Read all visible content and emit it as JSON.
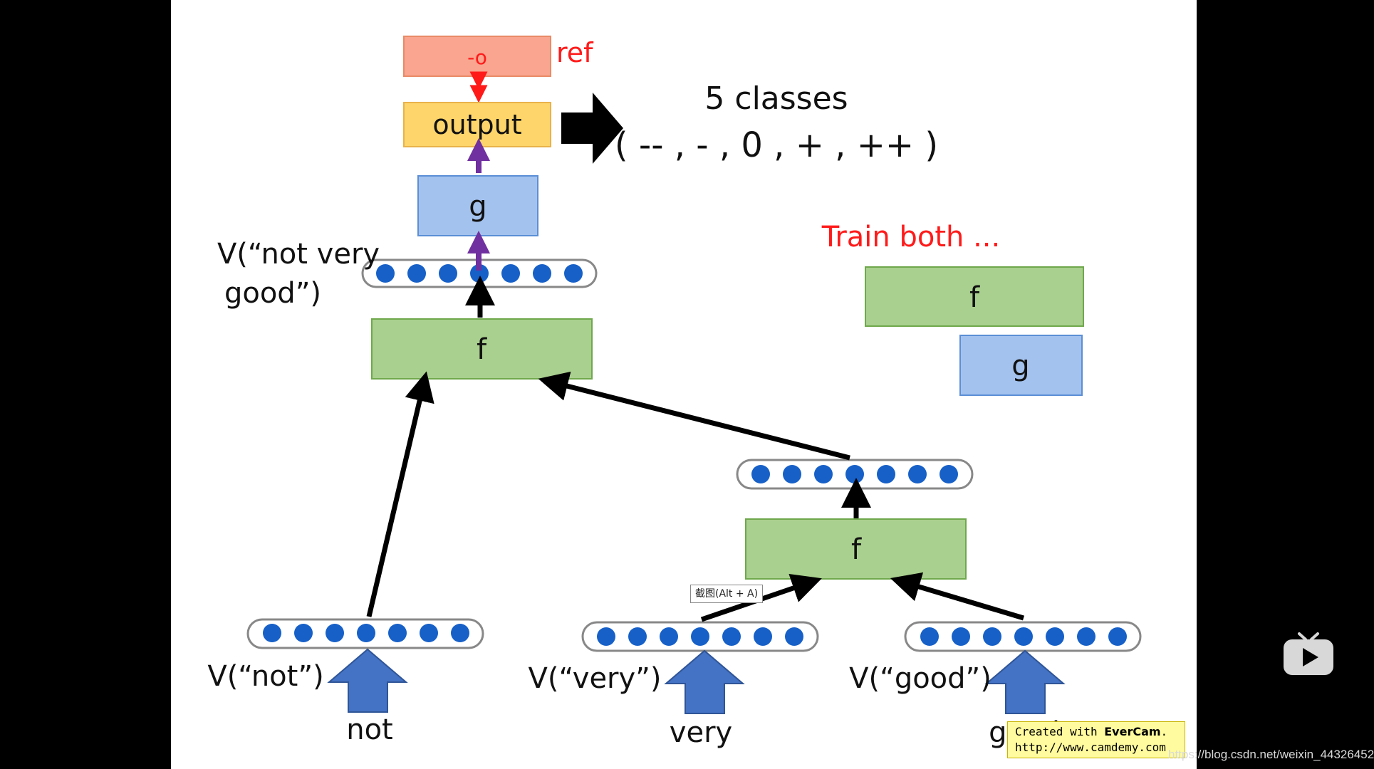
{
  "labels": {
    "ref": "ref",
    "ref_symbol": "-o",
    "output": "output",
    "g": "g",
    "f": "f",
    "classes_title": "5 classes",
    "classes_list": "( -- , - , 0 , + , ++ )",
    "train_both": "Train both ...",
    "v_not_very_good_line1": "V(“not very",
    "v_not_very_good_line2": "good”)",
    "v_not": "V(“not”)",
    "v_very": "V(“very”)",
    "v_good": "V(“good”)",
    "word_not": "not",
    "word_very": "very",
    "word_good": "good"
  },
  "tooltip": "截图(Alt + A)",
  "evercam": {
    "line1_prefix": "Created with ",
    "line1_brand": "EverCam",
    "line1_suffix": ".",
    "line2": "http://www.camdemy.com"
  },
  "watermark": "https://blog.csdn.net/weixin_44326452",
  "colors": {
    "ref_box": "#f9a58f",
    "output_box": "#fdd56a",
    "g_box": "#a3c2ee",
    "f_box": "#a9d08e",
    "red_text": "#ff1a1a",
    "dot": "#1660c8",
    "big_arrow": "#4472c4",
    "purple_arrow": "#7030a0"
  },
  "icons": [
    "play-icon"
  ]
}
